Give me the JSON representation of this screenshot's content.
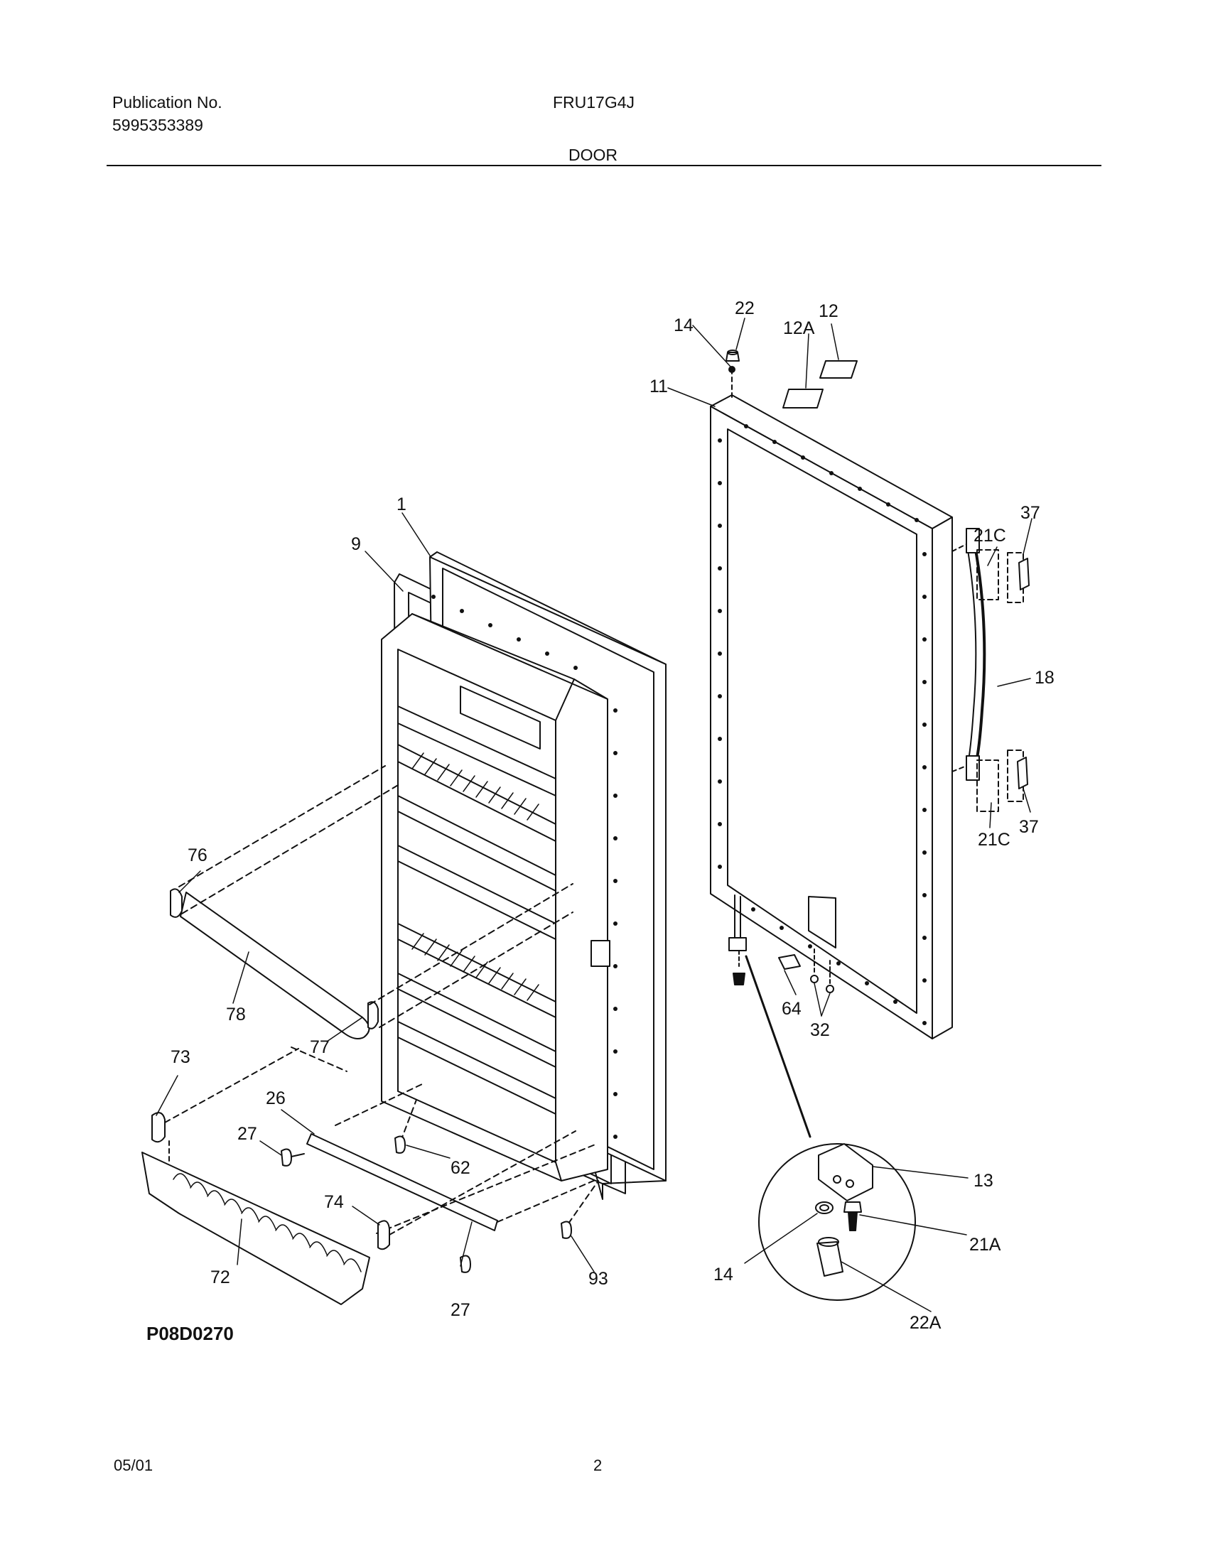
{
  "header": {
    "publication_label": "Publication No.",
    "publication_number": "5995353389",
    "model": "FRU17G4J",
    "section": "DOOR"
  },
  "diagram": {
    "drawing_code": "P08D0270",
    "callouts": [
      "1",
      "9",
      "11",
      "12",
      "12A",
      "13",
      "14",
      "14",
      "18",
      "21A",
      "21C",
      "21C",
      "22",
      "22A",
      "26",
      "27",
      "27",
      "32",
      "37",
      "37",
      "62",
      "64",
      "72",
      "73",
      "74",
      "76",
      "77",
      "78",
      "93"
    ]
  },
  "footer": {
    "date": "05/01",
    "page": "2"
  }
}
